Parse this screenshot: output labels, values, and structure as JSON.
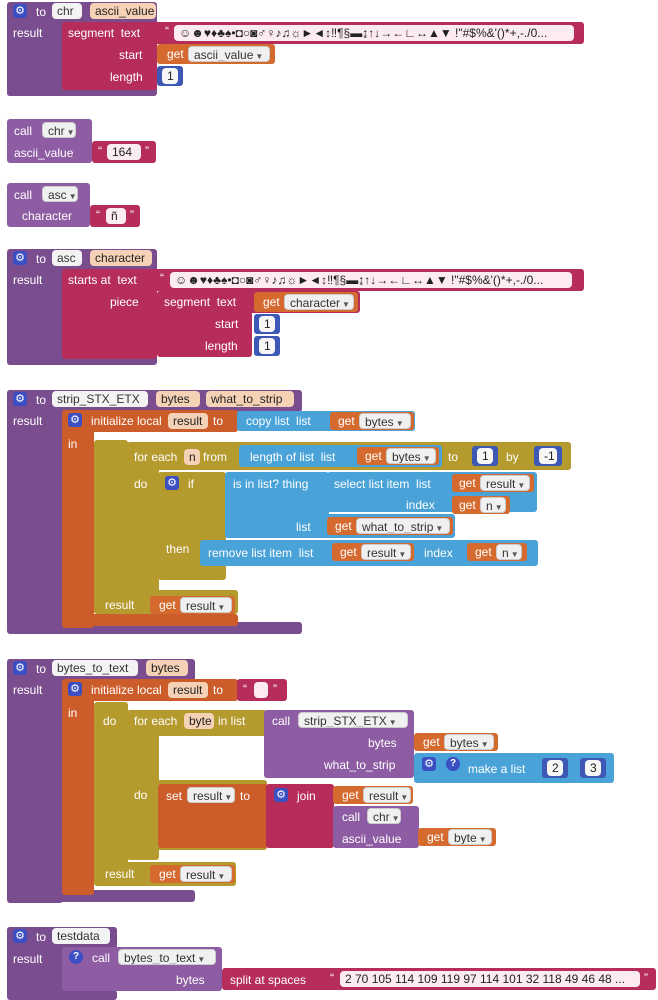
{
  "proc_chr": {
    "to": "to",
    "name": "chr",
    "param": "ascii_value",
    "result": "result",
    "segment": "segment",
    "text_kw": "text",
    "seq": "☺☻♥♦♣♠•◘○◙♂♀♪♫☼►◄↕‼¶§▬↨↑↓→←∟↔▲▼ !\"#$%&'()*+,-./0...",
    "start": "start",
    "get": "get",
    "get_var": "ascii_value",
    "length": "length",
    "length_val": "1"
  },
  "call_chr": {
    "call": "call",
    "name": "chr",
    "arg": "ascii_value",
    "value": "164"
  },
  "call_asc": {
    "call": "call",
    "name": "asc",
    "arg": "character",
    "value": "ñ"
  },
  "proc_asc": {
    "to": "to",
    "name": "asc",
    "param": "character",
    "result": "result",
    "starts_at": "starts at",
    "text_kw": "text",
    "seq": "☺☻♥♦♣♠•◘○◙♂♀♪♫☼►◄↕‼¶§▬↨↑↓→←∟↔▲▼ !\"#$%&'()*+,-./0...",
    "piece": "piece",
    "segment": "segment",
    "text2": "text",
    "get": "get",
    "get_var": "character",
    "start": "start",
    "start_val": "1",
    "length": "length",
    "length_val": "1"
  },
  "proc_strip": {
    "to": "to",
    "name": "strip_STX_ETX",
    "p1": "bytes",
    "p2": "what_to_strip",
    "result": "result",
    "init": "initialize local",
    "local": "result",
    "to2": "to",
    "copy": "copy list",
    "list_kw": "list",
    "get": "get",
    "bytes": "bytes",
    "in": "in",
    "do": "do",
    "foreach": "for each",
    "n": "n",
    "from": "from",
    "lenlist": "length of list",
    "list_kw2": "list",
    "bytes2": "bytes",
    "to3": "to",
    "to_val": "1",
    "by": "by",
    "by_val": "-1",
    "do2": "do",
    "if": "if",
    "isin": "is in list? thing",
    "select": "select list item",
    "list_kw3": "list",
    "result2": "result",
    "index": "index",
    "n2": "n",
    "list_kw4": "list",
    "wts": "what_to_strip",
    "then": "then",
    "remove": "remove list item",
    "list_kw5": "list",
    "result3": "result",
    "index2": "index",
    "n3": "n",
    "result_kw": "result",
    "result4": "result"
  },
  "proc_b2t": {
    "to": "to",
    "name": "bytes_to_text",
    "param": "bytes",
    "result": "result",
    "init": "initialize local",
    "local": "result",
    "to2": "to",
    "in": "in",
    "do": "do",
    "foreach": "for each",
    "byte": "byte",
    "inlist": "in list",
    "call": "call",
    "callname": "strip_STX_ETX",
    "bytes_arg": "bytes",
    "get": "get",
    "bytes_var": "bytes",
    "wts_arg": "what_to_strip",
    "makelist": "make a list",
    "ml1": "2",
    "ml2": "3",
    "do2": "do",
    "set": "set",
    "set_var": "result",
    "to3": "to",
    "join": "join",
    "result2": "result",
    "call2": "call",
    "chr": "chr",
    "ascii": "ascii_value",
    "byte2": "byte",
    "result_kw": "result",
    "result3": "result"
  },
  "proc_test": {
    "to": "to",
    "name": "testdata",
    "result": "result",
    "call": "call",
    "callname": "bytes_to_text",
    "bytes": "bytes",
    "split": "split at spaces",
    "value": "2 70 105 114 109 119 97 114 101 32 118 49 46 48 ..."
  }
}
